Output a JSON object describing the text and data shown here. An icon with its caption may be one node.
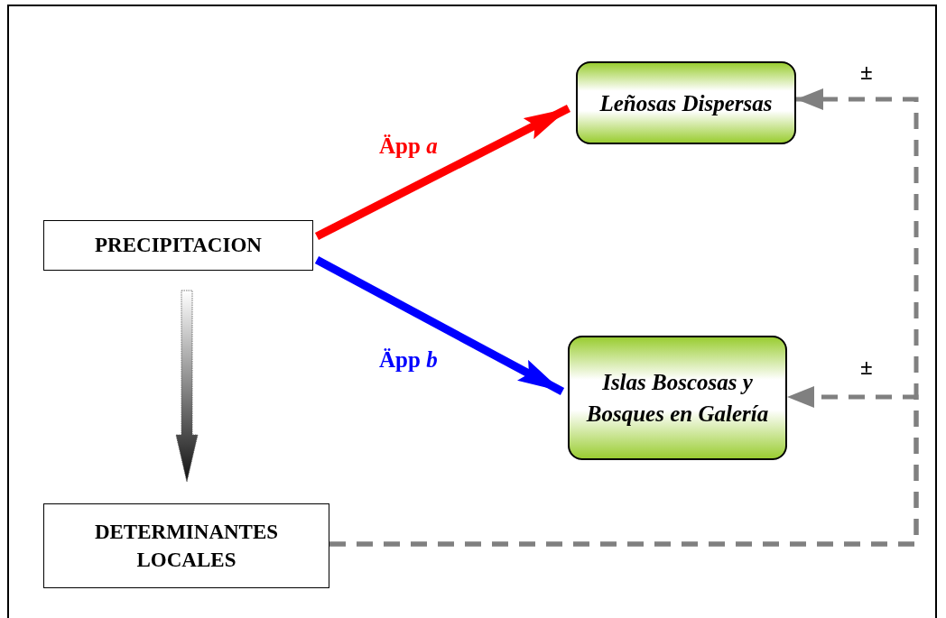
{
  "diagram": {
    "nodes": [
      {
        "text": [
          "PRECIPITACION"
        ]
      },
      {
        "text": [
          "Leñosas Dispersas"
        ]
      },
      {
        "text": [
          "Islas Boscosas y Bosques en Galería"
        ]
      },
      {
        "text": [
          "DETERMINANTES LOCALES"
        ]
      }
    ],
    "edges": [
      {
        "from": 0,
        "to": 1,
        "arrow": "to",
        "label": "Äpp *a*",
        "style": "thick",
        "color": "#ff0000"
      },
      {
        "from": 0,
        "to": 2,
        "arrow": "to",
        "label": "Äpp *b*",
        "style": "thick",
        "color": "#0000ff"
      },
      {
        "from": 0,
        "to": 3,
        "arrow": "to",
        "style": "thick"
      },
      {
        "from": 3,
        "to": 1,
        "arrow": "to",
        "label": "±",
        "style": "dashed",
        "color": "#808080"
      },
      {
        "from": 3,
        "to": 2,
        "arrow": "to",
        "label": "±",
        "style": "dashed",
        "color": "#808080"
      }
    ]
  }
}
